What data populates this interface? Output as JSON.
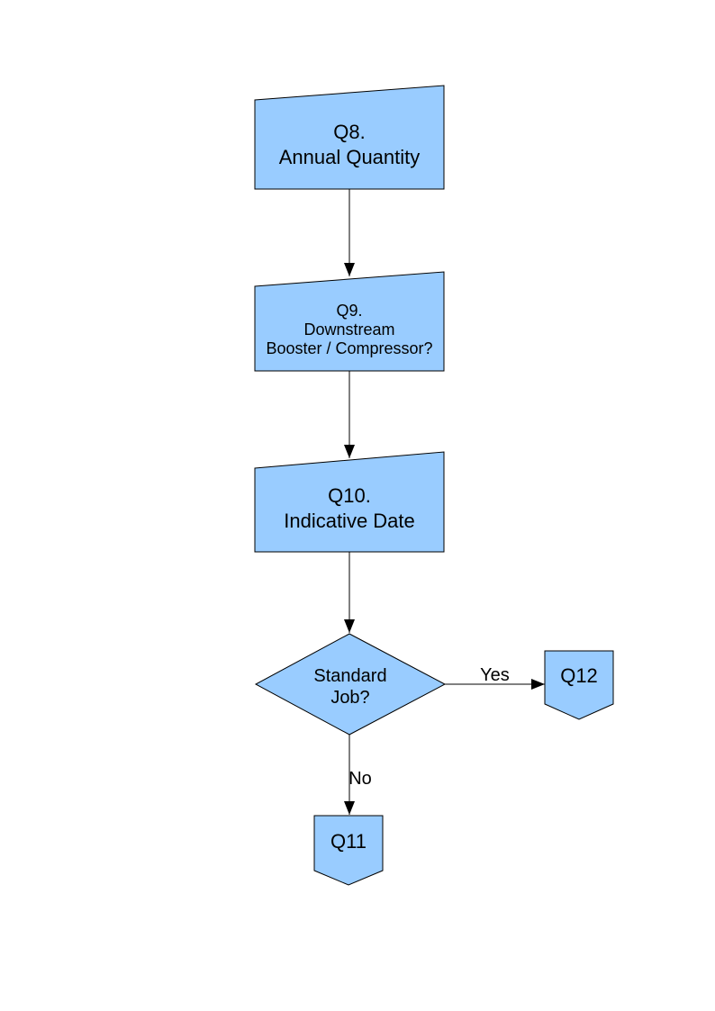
{
  "diagram": {
    "colors": {
      "node_fill": "#99CCFF",
      "node_stroke": "#000000",
      "arrow_color": "#000000",
      "page_background": "#FFFFFF"
    },
    "nodes": [
      {
        "id": "q8",
        "type": "manual-input-shape",
        "label_lines": [
          "Q8.",
          "Annual Quantity"
        ]
      },
      {
        "id": "q9",
        "type": "manual-input-shape",
        "label_lines": [
          "Q9.",
          "Downstream",
          "Booster / Compressor?"
        ]
      },
      {
        "id": "q10",
        "type": "manual-input-shape",
        "label_lines": [
          "Q10.",
          "Indicative Date"
        ]
      },
      {
        "id": "standard-job",
        "type": "decision-diamond",
        "label_lines": [
          "Standard",
          "Job?"
        ]
      },
      {
        "id": "q12",
        "type": "off-page-connector",
        "label_lines": [
          "Q12"
        ]
      },
      {
        "id": "q11",
        "type": "off-page-connector",
        "label_lines": [
          "Q11"
        ]
      }
    ],
    "edges": [
      {
        "from": "q8",
        "to": "q9",
        "label": ""
      },
      {
        "from": "q9",
        "to": "q10",
        "label": ""
      },
      {
        "from": "q10",
        "to": "standard-job",
        "label": ""
      },
      {
        "from": "standard-job",
        "to": "q12",
        "label": "Yes"
      },
      {
        "from": "standard-job",
        "to": "q11",
        "label": "No"
      }
    ]
  }
}
